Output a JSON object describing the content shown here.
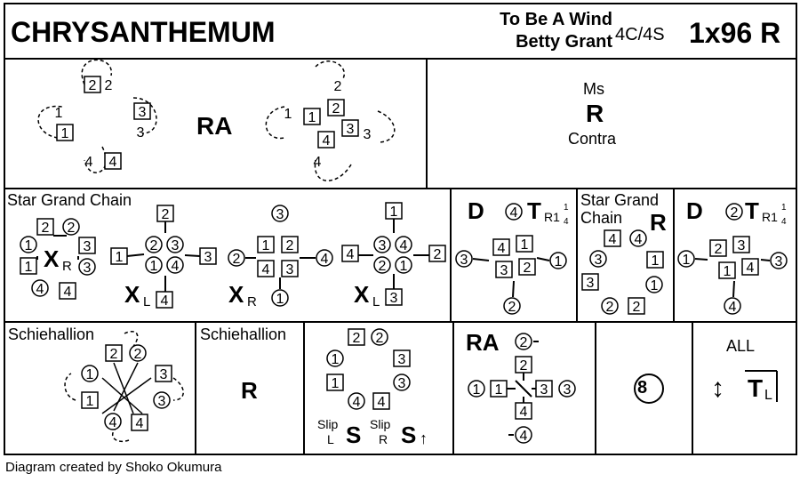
{
  "header": {
    "dance_title": "CHRYSANTHEMUM",
    "tune": "To Be A Wind",
    "deviser": "Betty Grant",
    "set_type": "4C/4S",
    "format": "1x96 R"
  },
  "row1": {
    "left_label": "RA",
    "right_top": "Ms",
    "right_mid": "R",
    "right_bot": "Contra"
  },
  "row2": {
    "cell1_title": "Star Grand Chain",
    "cell1_x_labels": [
      "X",
      "R",
      "X",
      "L",
      "X",
      "R",
      "X",
      "L"
    ],
    "cell2_d": "D",
    "cell2_t": "T",
    "cell2_sub": "R1",
    "cell2_frac_n": "1",
    "cell2_frac_d": "4",
    "cell3_title_a": "Star Grand",
    "cell3_title_b": "Chain",
    "cell3_r": "R",
    "cell4_d": "D",
    "cell4_t": "T",
    "cell4_sub": "R1",
    "cell4_frac_n": "1",
    "cell4_frac_d": "4"
  },
  "row3": {
    "cell1_title": "Schiehallion",
    "cell2_title": "Schiehallion",
    "cell2_r": "R",
    "cell3_slip": "Slip",
    "cell3_l": "L",
    "cell3_r": "R",
    "cell3_s": "S",
    "cell3_arrow": "↑",
    "cell4_ra": "RA",
    "cell5_bars": "8",
    "cell6_all": "ALL",
    "cell6_arrow": "↕",
    "cell6_t": "T",
    "cell6_l": "L"
  },
  "footer": {
    "credit": "Diagram created by Shoko Okumura"
  }
}
